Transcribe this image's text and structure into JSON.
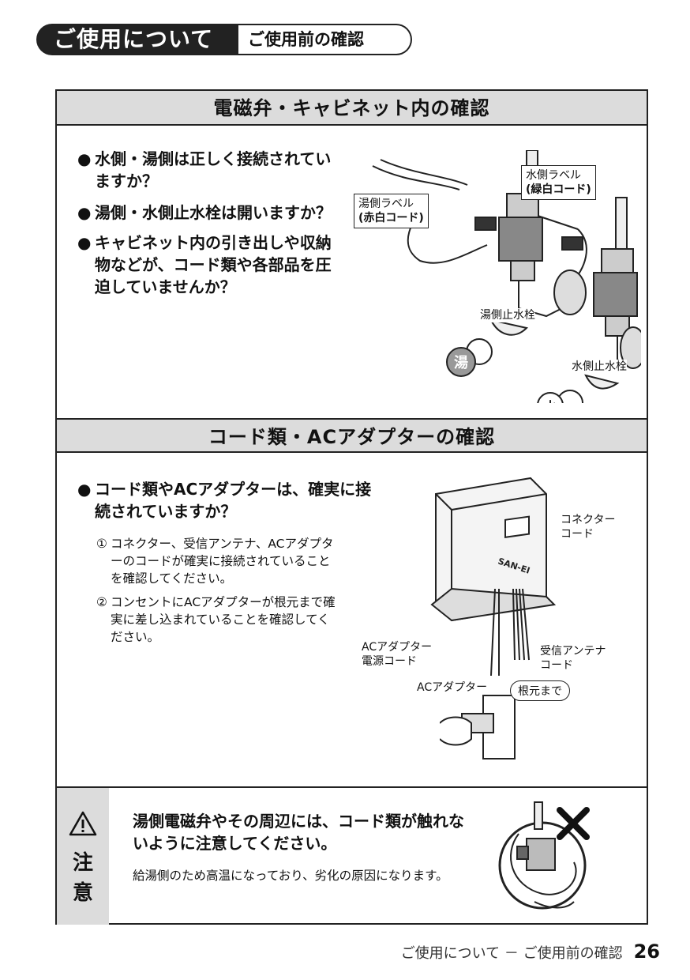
{
  "header": {
    "section": "ご使用について",
    "subsection": "ご使用前の確認"
  },
  "section1": {
    "title": "電磁弁・キャビネット内の確認",
    "bullet": "●",
    "questions": [
      "水側・湯側は正しく接続されていますか？",
      "湯側・水側止水栓は開いますか？",
      "キャビネット内の引き出しや収納物などが、コード類や各部品を圧迫していませんか？"
    ],
    "illustration": {
      "hot_label_line1": "湯側ラベル",
      "hot_label_line2": "(赤白コード)",
      "cold_label_line1": "水側ラベル",
      "cold_label_line2": "(緑白コード)",
      "hot_valve": "湯側止水栓",
      "cold_valve": "水側止水栓",
      "hot_mark": "湯",
      "cold_mark": "水"
    }
  },
  "section2": {
    "title": "コード類・ACアダプターの確認",
    "bullet": "●",
    "question": "コード類やACアダプターは、確実に接続されていますか？",
    "steps": [
      {
        "num": "①",
        "text": "コネクター、受信アンテナ、ACアダプターのコードが確実に接続されていることを確認してください。"
      },
      {
        "num": "②",
        "text": "コンセントにACアダプターが根元まで確実に差し込まれていることを確認してください。"
      }
    ],
    "illustration": {
      "brand": "SAN-EI",
      "connector_line1": "コネクター",
      "connector_line2": "コード",
      "ac_power_line1": "ACアダプター",
      "ac_power_line2": "電源コード",
      "antenna_line1": "受信アンテナ",
      "antenna_line2": "コード",
      "ac_adapter": "ACアダプター",
      "root": "根元まで"
    }
  },
  "caution": {
    "side_1": "注",
    "side_2": "意",
    "main": "湯側電磁弁やその周辺には、コード類が触れないように注意してください。",
    "sub": "給湯側のため高温になっており、劣化の原因になります。"
  },
  "footer": {
    "text": "ご使用について － ご使用前の確認",
    "page": "26"
  }
}
